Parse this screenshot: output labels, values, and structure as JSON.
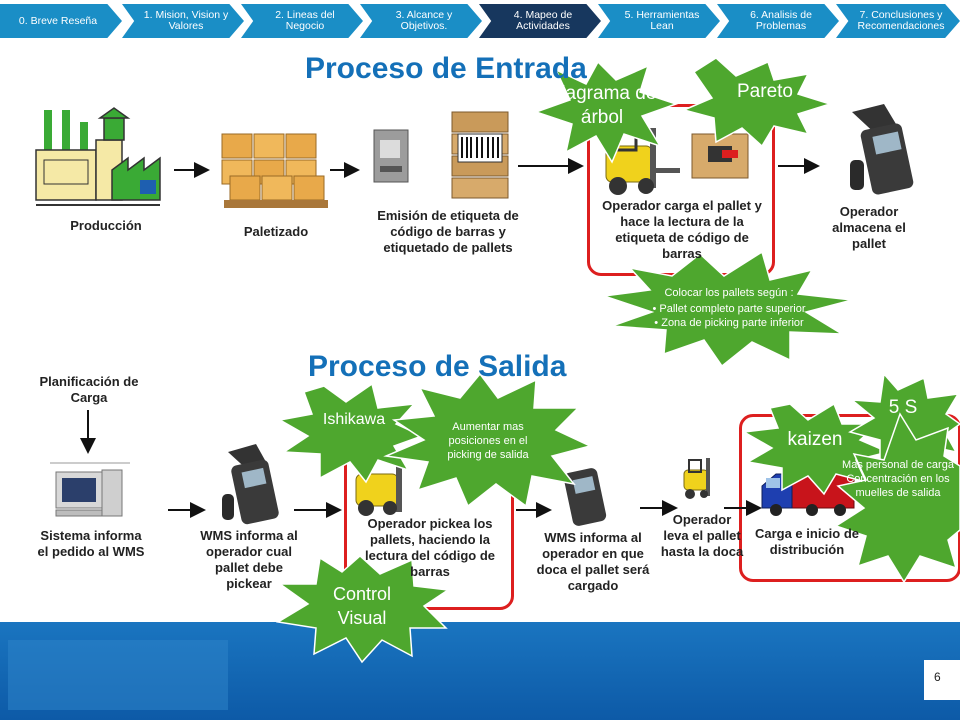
{
  "nav_tabs": [
    {
      "label": "0. Breve Reseña"
    },
    {
      "label": "1. Mision, Vision y Valores"
    },
    {
      "label": "2. Lineas del Negocio"
    },
    {
      "label": "3. Alcance y Objetivos."
    },
    {
      "label": "4. Mapeo de Actividades"
    },
    {
      "label": "5. Herramientas Lean"
    },
    {
      "label": "6. Analisis de Problemas"
    },
    {
      "label": "7. Conclusiones y Recomendaciones"
    }
  ],
  "active_tab_index": 4,
  "entrada": {
    "title": "Proceso de Entrada",
    "steps": {
      "produccion": "Producción",
      "paletizado": "Paletizado",
      "emision": "Emisión de etiqueta de código de barras y etiquetado de pallets",
      "carga": "Operador carga el pallet y hace la lectura de la etiqueta de código de barras",
      "almacena": "Operador almacena el pallet"
    }
  },
  "salida": {
    "title": "Proceso de Salida",
    "steps": {
      "planificacion": "Planificación de Carga",
      "sistema": "Sistema informa el pedido al WMS",
      "wms_informa": "WMS informa al operador cual pallet debe pickear",
      "pickea": "Operador pickea los pallets, haciendo la lectura del código de barras",
      "wms_doca": "WMS informa al operador en que doca el pallet será cargado",
      "lleva": "Operador leva el pallet hasta la doca",
      "distribucion": "Carga e inicio de distribución"
    }
  },
  "callouts": {
    "diagrama": "Diagrama de árbol",
    "pareto": "Pareto",
    "colocar_title": "Colocar los pallets según :",
    "colocar_items": [
      "Pallet completo parte superior",
      "Zona de picking parte inferior"
    ],
    "ishikawa": "Ishikawa",
    "aumentar": "Aumentar mas posiciones en el picking de salida",
    "kaizen": "kaizen",
    "cinco_s": "5 S",
    "mas_personal": "Mas personal de carga",
    "concentracion": "Concentración en los muelles de salida",
    "control": "Control Visual"
  },
  "page_number": "6",
  "colors": {
    "tab_blue": "#1a8ec6",
    "tab_active": "#17375e",
    "title_blue": "#1470b8",
    "callout_green": "#4ea72e",
    "highlight_red": "#dd1f1f"
  }
}
